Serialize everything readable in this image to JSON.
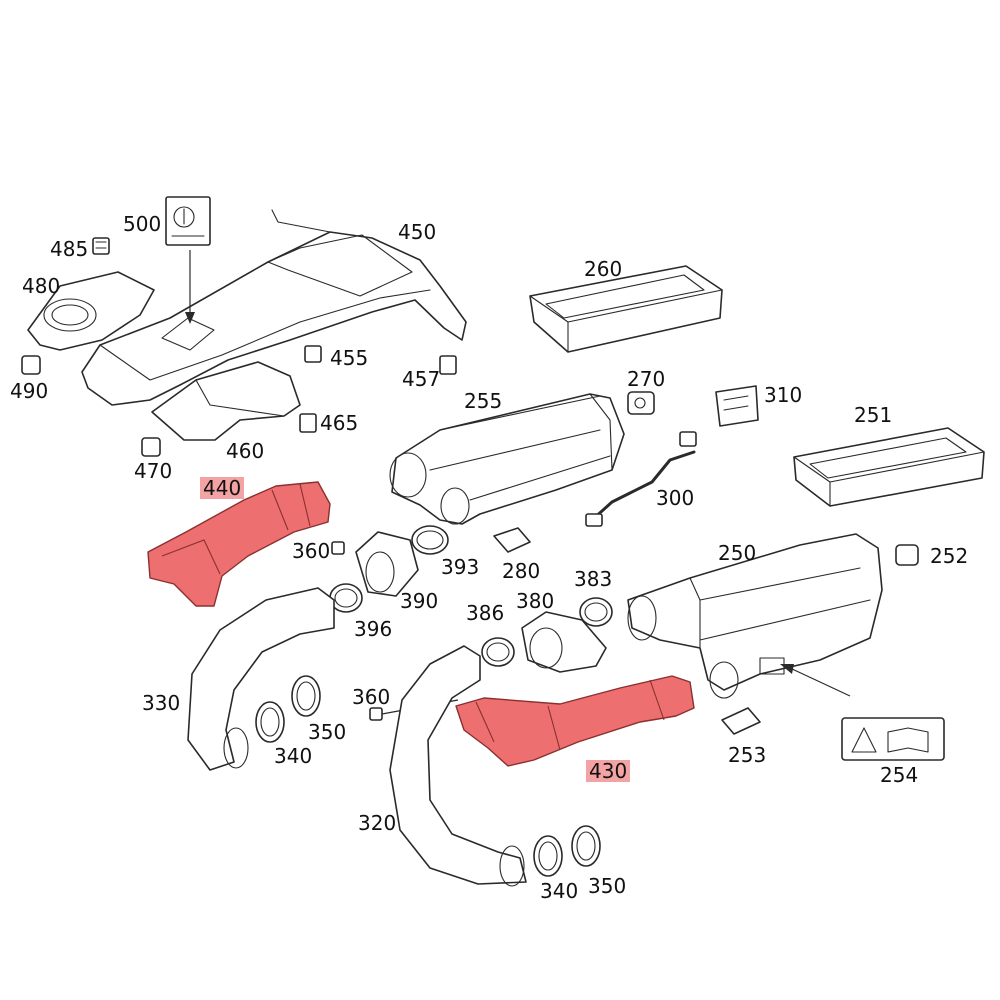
{
  "callouts": {
    "c500": "500",
    "c485": "485",
    "c450": "450",
    "c480": "480",
    "c490": "490",
    "c455": "455",
    "c457": "457",
    "c465": "465",
    "c470": "470",
    "c460": "460",
    "c260": "260",
    "c270": "270",
    "c255": "255",
    "c310": "310",
    "c251": "251",
    "c440": "440",
    "c300": "300",
    "c360a": "360",
    "c393": "393",
    "c280": "280",
    "c250": "250",
    "c252": "252",
    "c390": "390",
    "c383": "383",
    "c396": "396",
    "c386": "386",
    "c380": "380",
    "c330": "330",
    "c360b": "360",
    "c340a": "340",
    "c350a": "350",
    "c430": "430",
    "c253": "253",
    "c254": "254",
    "c320": "320",
    "c340b": "340",
    "c350b": "350"
  },
  "highlight_color": "#ee6f6f",
  "highlighted_parts": [
    "440",
    "430"
  ]
}
